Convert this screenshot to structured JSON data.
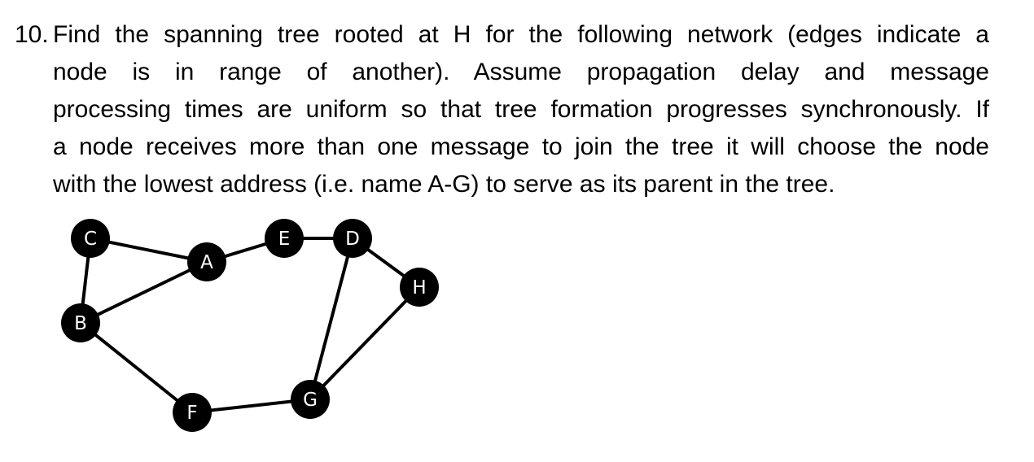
{
  "question": {
    "number": "10.",
    "lines": [
      "Find the spanning tree rooted at H for the following network (edges indicate a",
      "node is in range of another).   Assume propagation delay and message",
      "processing times are uniform so that tree formation progresses synchronously.  If",
      "a node receives more than one message to join the tree it will choose the node",
      "with the lowest address (i.e. name A-G) to serve as its parent in the tree."
    ]
  },
  "network": {
    "node_color": "#000000",
    "label_color": "#ffffff",
    "edge_color": "#000000",
    "nodes": [
      {
        "id": "C",
        "label": "C"
      },
      {
        "id": "A",
        "label": "A"
      },
      {
        "id": "E",
        "label": "E"
      },
      {
        "id": "D",
        "label": "D"
      },
      {
        "id": "H",
        "label": "H"
      },
      {
        "id": "B",
        "label": "B"
      },
      {
        "id": "F",
        "label": "F"
      },
      {
        "id": "G",
        "label": "G"
      }
    ],
    "edges": [
      [
        "C",
        "A"
      ],
      [
        "C",
        "B"
      ],
      [
        "A",
        "E"
      ],
      [
        "E",
        "D"
      ],
      [
        "A",
        "B"
      ],
      [
        "D",
        "H"
      ],
      [
        "D",
        "G"
      ],
      [
        "H",
        "G"
      ],
      [
        "B",
        "F"
      ],
      [
        "F",
        "G"
      ]
    ]
  }
}
